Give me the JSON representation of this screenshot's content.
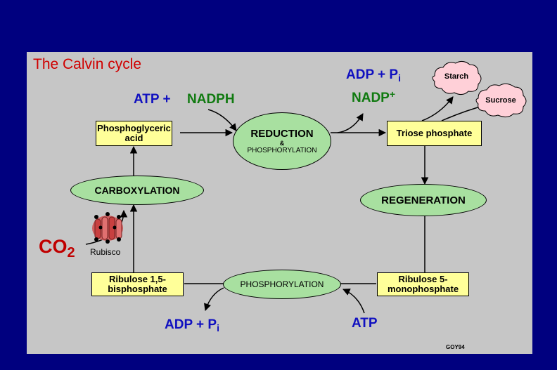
{
  "title": "The Calvin cycle",
  "credit": "GOY94",
  "rubisco_label": "Rubisco",
  "co2": {
    "base": "CO",
    "sub": "2"
  },
  "boxes": {
    "phosphoglyceric": "Phosphoglyceric acid",
    "triose": "Triose phosphate",
    "ribulose5": "Ribulose 5-monophosphate",
    "ribulose15": "Ribulose 1,5-bisphosphate"
  },
  "ovals": {
    "reduction": "REDUCTION",
    "reduction_amp": "&",
    "reduction_sub": "PHOSPHORYLATION",
    "carboxylation": "CARBOXYLATION",
    "regeneration": "REGENERATION",
    "phosphorylation": "PHOSPHORYLATION"
  },
  "clouds": {
    "starch": "Starch",
    "sucrose": "Sucrose"
  },
  "labels": {
    "atp_plus": "ATP +",
    "nadph": "NADPH",
    "adp_pi_top": {
      "main": "ADP + P",
      "sub": "i"
    },
    "nadp": {
      "main": "NADP",
      "sup": "+"
    },
    "adp_pi_bottom": {
      "main": "ADP + P",
      "sub": "i"
    },
    "atp_bottom": "ATP"
  },
  "colors": {
    "background": "#00007f",
    "panel": "#c6c6c6",
    "box": "#ffff99",
    "oval": "#a8e0a0",
    "cloud": "#ffd0d8",
    "title": "#d00000",
    "blue_text": "#1010c0",
    "green_text": "#107a10"
  }
}
